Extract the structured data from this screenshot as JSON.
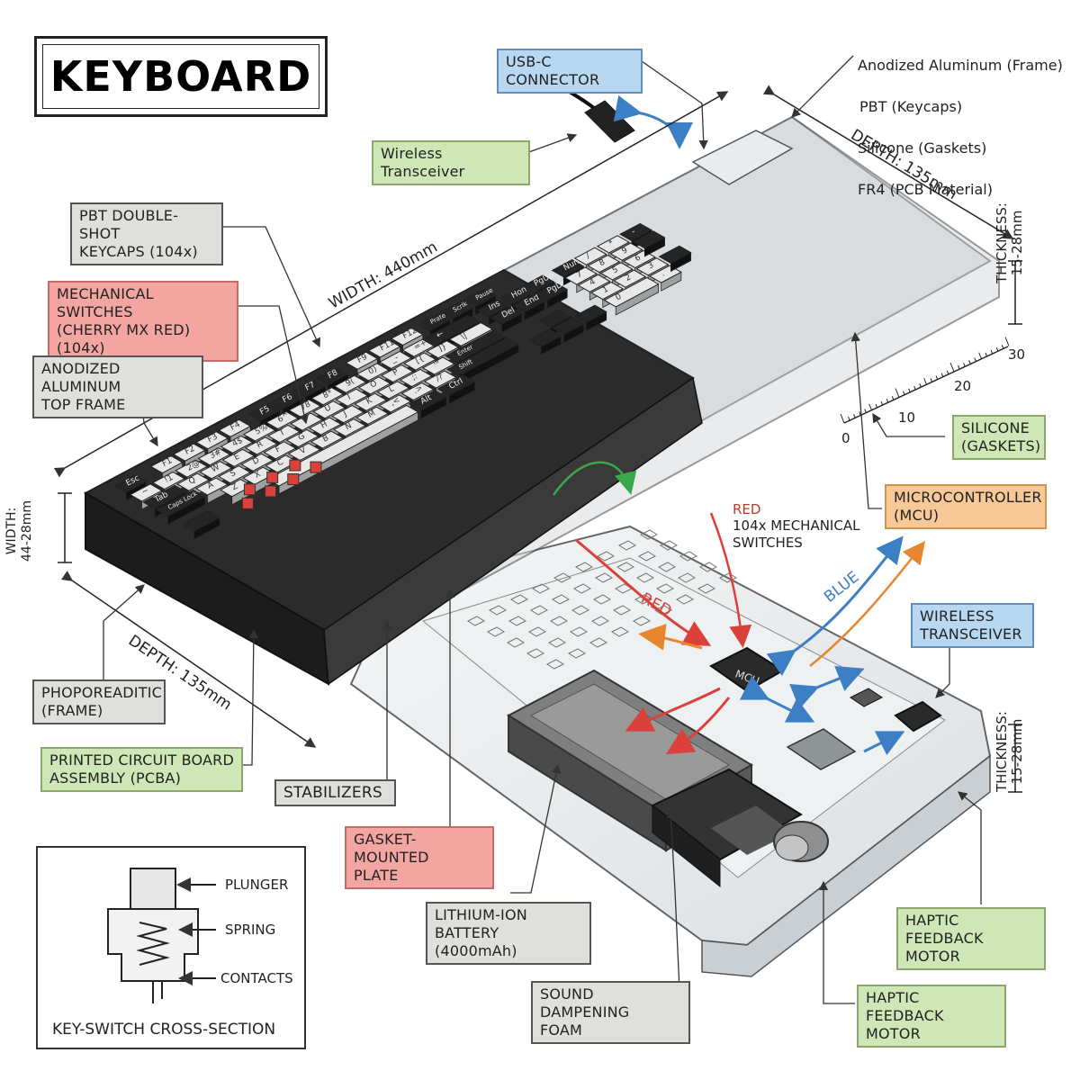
{
  "title": "KEYBOARD",
  "materials": [
    "Anodized Aluminum (Frame)",
    "PBT (Keycaps)",
    "Silicone (Gaskets)",
    "FR4 (PCB Material)"
  ],
  "labels": {
    "usb_c": "USB-C CONNECTOR",
    "wireless_top": "Wireless Transceiver",
    "pbt_keycaps": "PBT DOUBLE-SHOT\nKEYCAPS (104x)",
    "switches": "MECHANICAL SWITCHES\n(CHERRY MX RED) (104x)",
    "top_frame": "ANODIZED ALUMINUM\nTOP FRAME",
    "phoporeaditic": "PHOPOREADITIC\n(FRAME)",
    "pcba": "PRINTED CIRCUIT BOARD\nASSEMBLY (PCBA)",
    "stabilizers": "STABILIZERS",
    "gasket_plate": "GASKET-MOUNTED\nPLATE",
    "battery": "LITHIUM-ION\nBATTERY (4000mAh)",
    "foam": "SOUND DAMPENING\nFOAM",
    "silicone": "SILICONE\n(GASKETS)",
    "mcu": "MICROCONTROLLER\n(MCU)",
    "wireless_bottom": "WIRELESS\nTRANSCEIVER",
    "haptic_right": "HAPTIC FEEDBACK\nMOTOR",
    "haptic_bottom": "HAPTIC FEEDBACK\nMOTOR"
  },
  "dimensions": {
    "width_top": "WIDTH: 440mm",
    "depth_top": "DEPTH: 135mm",
    "depth_bottom": "DEPTH: 135mm",
    "thickness_top": "THICKNESS:\n15-28mm",
    "thickness_bottom": "THICKNESS:\n15-28mm",
    "width_side": "WIDTH:\n44-28mm"
  },
  "scale_ticks": [
    "0",
    "10",
    "20",
    "30"
  ],
  "signals": {
    "red_title": "RED",
    "red_desc": "104x MECHANICAL\nSWITCHES",
    "red_arrow": "RED",
    "blue_arrow": "BLUE",
    "mcu_chip": "MCU"
  },
  "cross_section": {
    "caption": "KEY-SWITCH CROSS-SECTION",
    "plunger": "PLUNGER",
    "spring": "SPRING",
    "contacts": "CONTACTS"
  },
  "keys": {
    "fn_row": [
      "Esc",
      "F1",
      "F2",
      "F3",
      "F4",
      "F5",
      "F6",
      "F7",
      "F8",
      "F9",
      "F11",
      "F12",
      "Prate",
      "Scrlk",
      "Pause"
    ],
    "row1": [
      "~",
      "!1",
      "2@",
      "3#",
      "4$",
      "5%",
      "6^",
      "78",
      "8*",
      "9(",
      "0)",
      "_-",
      "=+",
      "←"
    ],
    "row2": [
      "Tab",
      "Q",
      "W",
      "E",
      "R",
      "T",
      "Y",
      "U",
      "I",
      "O",
      "P",
      "[{",
      "]}",
      "\\|"
    ],
    "row3": [
      "Caps Lock",
      "A",
      "S",
      "D",
      "F",
      "G",
      "H",
      "J",
      "K",
      "L",
      ";:",
      "'\"",
      "Enter"
    ],
    "row4": [
      "Z",
      "X",
      "C",
      "V",
      "B",
      "N",
      "M",
      ",<",
      ".>",
      "/?",
      "Shift"
    ],
    "row5": [
      "Alt",
      "Ctrl"
    ],
    "nav": [
      "Ins",
      "Home",
      "PgUp",
      "Del",
      "End",
      "PgDn"
    ],
    "numpad": [
      "Num",
      "/",
      "*",
      "-",
      "7",
      "8",
      "9",
      "4",
      "5",
      "6",
      "1",
      "2",
      "3",
      "0",
      "."
    ]
  },
  "colors": {
    "accent_red": "#d9413a",
    "accent_blue": "#3d7fc4",
    "accent_green": "#3aa84a",
    "accent_orange": "#e8862f",
    "frame_dark": "#2b2b2b",
    "key_light": "#e8e8e6",
    "key_dark": "#262626"
  }
}
